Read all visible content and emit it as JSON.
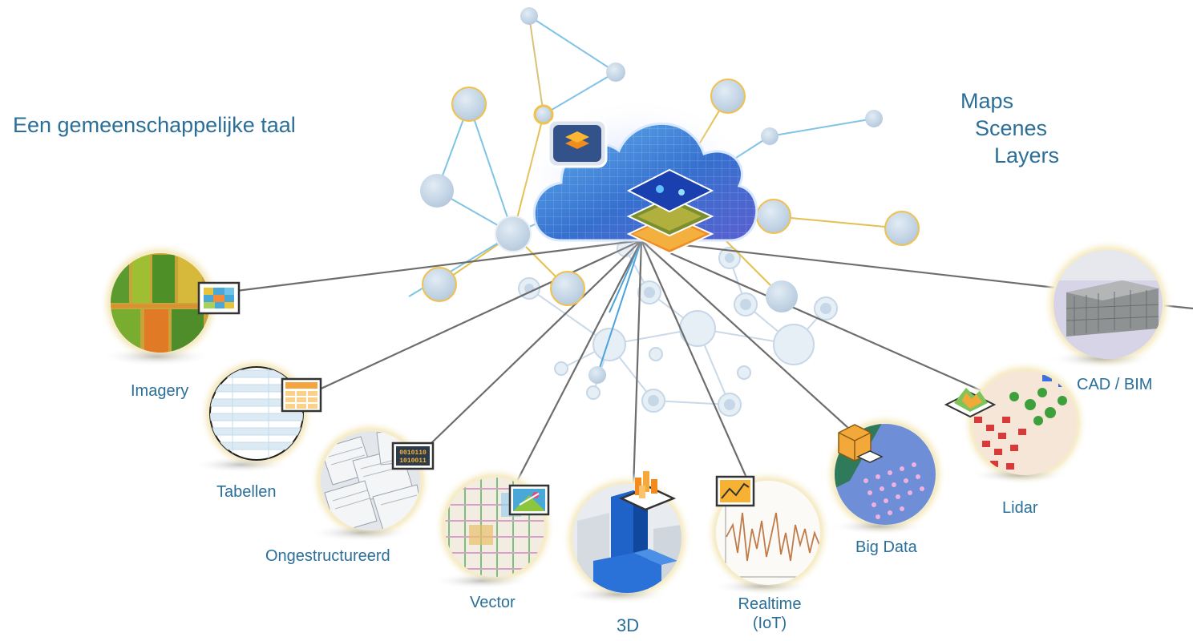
{
  "headline": "Een gemeenschappelijke taal",
  "platform_items": [
    "Maps",
    "Scenes",
    "Layers"
  ],
  "data_types": {
    "imagery": "Imagery",
    "tables": "Tabellen",
    "unstructured": "Ongestructureerd",
    "vector": "Vector",
    "three_d": "3D",
    "realtime_line1": "Realtime",
    "realtime_line2": "(IoT)",
    "big_data": "Big Data",
    "lidar": "Lidar",
    "cad_bim": "CAD / BIM"
  },
  "binary_badge_line1": "0010110",
  "binary_badge_line2": "1010011",
  "colors": {
    "label_blue": "#2a6f9a",
    "node_fill": "#c5d6e6",
    "node_stroke_gold": "#f0c14b",
    "line_gray": "#6d6d6d",
    "line_blue": "#7fc4e6",
    "cloud_blue": "#3a7ad1",
    "halo": "#f6edc8"
  }
}
